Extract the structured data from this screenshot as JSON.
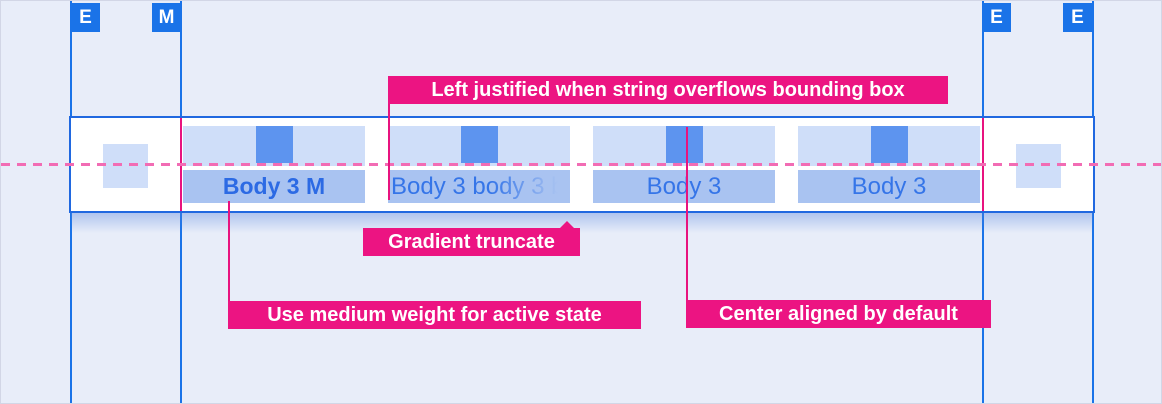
{
  "markers": [
    {
      "label": "E"
    },
    {
      "label": "M"
    },
    {
      "label": "E"
    },
    {
      "label": "E"
    }
  ],
  "tabs": [
    {
      "label": "Body 3 M",
      "state": "active-medium-weight"
    },
    {
      "label": "Body 3 body 3 b",
      "state": "overflow-gradient-truncated"
    },
    {
      "label": "Body 3",
      "state": "default"
    },
    {
      "label": "Body 3",
      "state": "default"
    }
  ],
  "annotations": {
    "left_justified": "Left justified when string overflows bounding box",
    "gradient_truncate": "Gradient truncate",
    "medium_weight": "Use medium weight for active state",
    "center_aligned": "Center aligned by default"
  },
  "colors": {
    "background": "#e8edf9",
    "guide_blue": "#1a73e8",
    "bar_border_blue": "#2068e0",
    "icon_row_blue": "#cfdef9",
    "icon_square_blue": "#5d94ef",
    "text_highlight_blue": "#a9c3f1",
    "tab_text_blue": "#3575e8",
    "active_tab_text_blue": "#2c6ae4",
    "annotation_pink": "#ec1482",
    "leader_pink": "#e8137f",
    "dashed_line_pink": "#f26cb4"
  }
}
